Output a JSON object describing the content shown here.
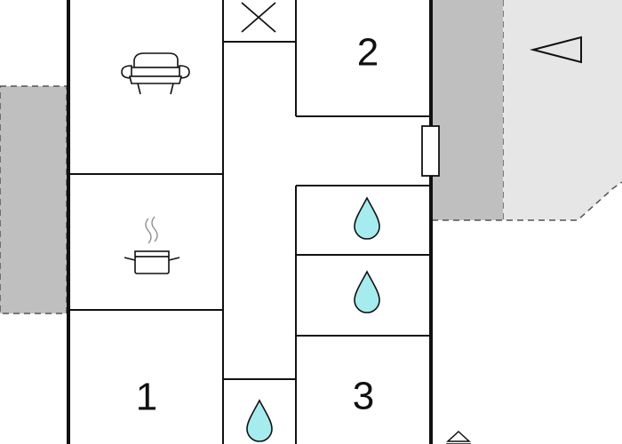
{
  "rooms": {
    "room_1": {
      "label": "1"
    },
    "room_2": {
      "label": "2"
    },
    "room_3": {
      "label": "3"
    }
  },
  "icons": {
    "living_room": "sofa-icon",
    "kitchen": "cooking-pot-icon",
    "bathrooms": "water-drop-icon",
    "storage": "cross-icon",
    "terrace_direction": "triangle-arrow-icon",
    "entrance": "door-icon"
  },
  "colors": {
    "wall": "#111111",
    "floor": "#ffffff",
    "terrace_dark": "#bfbfbf",
    "terrace_light": "#e6e6e6",
    "water": "#a5ecef",
    "dashed_border": "#555555"
  }
}
